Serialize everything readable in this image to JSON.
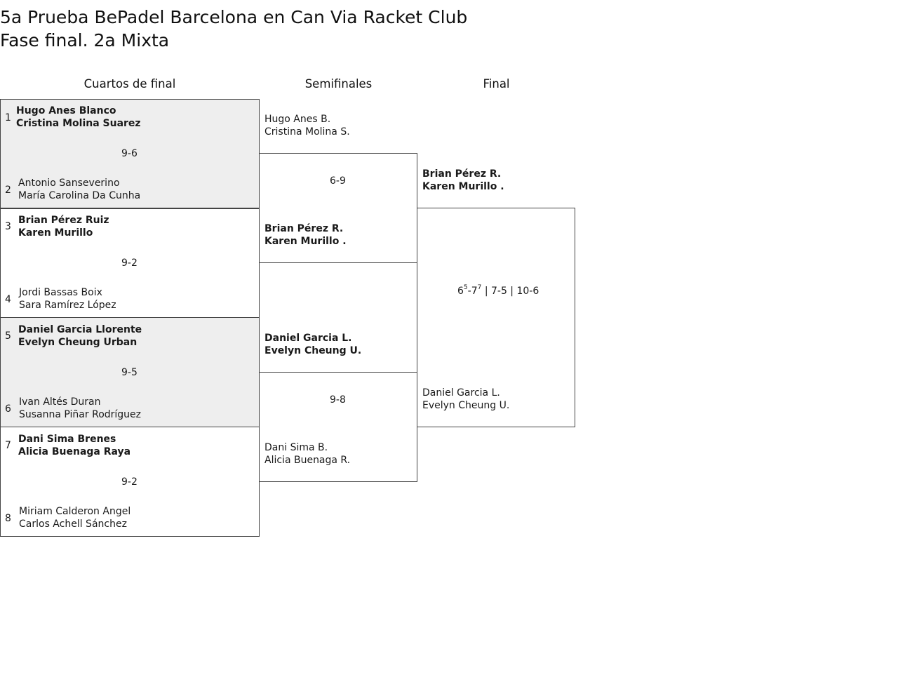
{
  "title": {
    "line1": "5a Prueba BePadel Barcelona en Can Via Racket Club",
    "line2": "Fase final. 2a Mixta"
  },
  "columns": {
    "quarterfinals": "Cuartos de final",
    "semifinals": "Semifinales",
    "final": "Final"
  },
  "quarterfinals": [
    {
      "top": {
        "seed": "1",
        "player1": "Hugo Anes Blanco",
        "player2": "Cristina Molina Suarez",
        "winner": true
      },
      "bottom": {
        "seed": "2",
        "player1": "Antonio Sanseverino",
        "player2": "María Carolina Da Cunha",
        "winner": false
      },
      "score": "9-6"
    },
    {
      "top": {
        "seed": "3",
        "player1": "Brian Pérez Ruiz",
        "player2": "Karen Murillo",
        "winner": true
      },
      "bottom": {
        "seed": "4",
        "player1": "Jordi Bassas Boix",
        "player2": "Sara Ramírez López",
        "winner": false
      },
      "score": "9-2"
    },
    {
      "top": {
        "seed": "5",
        "player1": "Daniel Garcia Llorente",
        "player2": "Evelyn Cheung Urban",
        "winner": true
      },
      "bottom": {
        "seed": "6",
        "player1": "Ivan Altés Duran",
        "player2": "Susanna Piñar Rodríguez",
        "winner": false
      },
      "score": "9-5"
    },
    {
      "top": {
        "seed": "7",
        "player1": "Dani Sima Brenes",
        "player2": "Alicia Buenaga Raya",
        "winner": true
      },
      "bottom": {
        "seed": "8",
        "player1": "Miriam Calderon Angel",
        "player2": "Carlos Achell Sánchez",
        "winner": false
      },
      "score": "9-2"
    }
  ],
  "semifinals": [
    {
      "top": {
        "player1": "Hugo Anes B.",
        "player2": "Cristina Molina S.",
        "winner": false
      },
      "bottom": {
        "player1": "Brian Pérez R.",
        "player2": "Karen Murillo .",
        "winner": true
      },
      "score": "6-9"
    },
    {
      "top": {
        "player1": "Daniel Garcia L.",
        "player2": "Evelyn Cheung U.",
        "winner": true
      },
      "bottom": {
        "player1": "Dani Sima B.",
        "player2": "Alicia Buenaga R.",
        "winner": false
      },
      "score": "9-8"
    }
  ],
  "final": {
    "top": {
      "player1": "Brian Pérez R.",
      "player2": "Karen Murillo .",
      "winner": true
    },
    "bottom": {
      "player1": "Daniel Garcia L.",
      "player2": "Evelyn Cheung U.",
      "winner": false
    },
    "score": {
      "set1_a": "6",
      "set1_a_tb": "5",
      "set1_sep": "-",
      "set1_b": "7",
      "set1_b_tb": "7",
      "rest": " | 7-5 | 10-6"
    }
  }
}
